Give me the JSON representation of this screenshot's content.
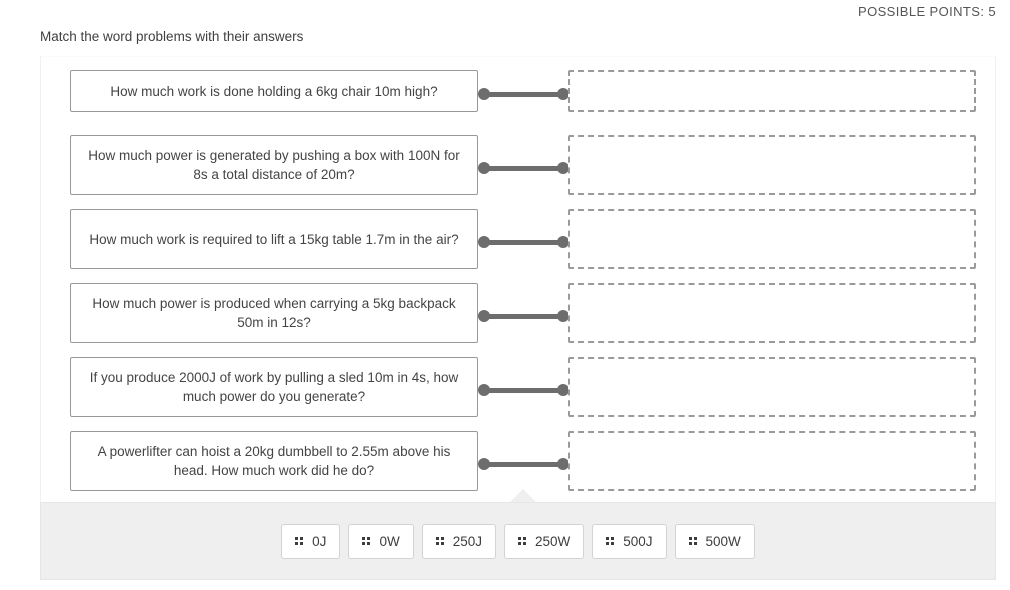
{
  "header": {
    "possible_points_label": "POSSIBLE POINTS: 5",
    "instruction": "Match the word problems with their answers"
  },
  "match": {
    "rows": [
      {
        "prompt": "How much work is done holding a 6kg chair 10m high?",
        "size": "h1",
        "drop_value": ""
      },
      {
        "prompt": "How much power is generated by pushing a box with 100N for 8s a total distance of 20m?",
        "size": "h2",
        "drop_value": ""
      },
      {
        "prompt": "How much work is required to lift a 15kg table 1.7m in the air?",
        "size": "h2",
        "drop_value": ""
      },
      {
        "prompt": "How much power is produced when carrying a 5kg backpack 50m in 12s?",
        "size": "h2",
        "drop_value": ""
      },
      {
        "prompt": "If you produce 2000J of work by pulling a sled 10m in 4s, how much power do you generate?",
        "size": "h2",
        "drop_value": ""
      },
      {
        "prompt": "A powerlifter can hoist a 20kg dumbbell to 2.55m above his head. How much work did he do?",
        "size": "h2",
        "drop_value": ""
      }
    ]
  },
  "tray": {
    "drag_handle_icon": "grip-dots-icon",
    "tiles": [
      {
        "label": "0J"
      },
      {
        "label": "0W"
      },
      {
        "label": "250J"
      },
      {
        "label": "250W"
      },
      {
        "label": "500J"
      },
      {
        "label": "500W"
      }
    ]
  },
  "colors": {
    "text": "#444444",
    "connector": "#6d6d6d",
    "prompt_border": "#989898",
    "dropzone_border": "#9a9a9a",
    "tray_bg": "#efefef",
    "tile_border": "#d3d3d3"
  }
}
